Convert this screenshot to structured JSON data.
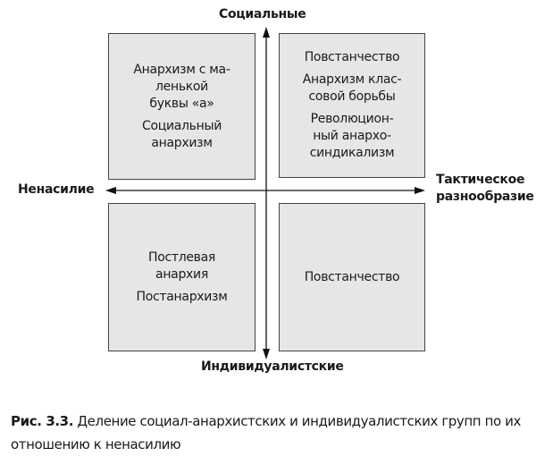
{
  "axes": {
    "top": "Социальные",
    "bottom": "Индивидуалистские",
    "left": "Ненасилие",
    "right": "Тактическое\nразнообразие"
  },
  "quadrants": {
    "top_left": [
      "Анархизм с ма-\nленькой\nбуквы «а»",
      "Социальный\nанархизм"
    ],
    "top_right": [
      "Повстанчество",
      "Анархизм клас-\nсовой борьбы",
      "Революцион-\nный анархо-\nсиндикализм"
    ],
    "bottom_left": [
      "Постлевая\nанархия",
      "Постанархизм"
    ],
    "bottom_right": [
      "Повстанчество"
    ]
  },
  "caption": {
    "label": "Рис. 3.3.",
    "text": " Деление социал-анархистских и индивидуалистских групп по их отношению к ненасилию"
  }
}
